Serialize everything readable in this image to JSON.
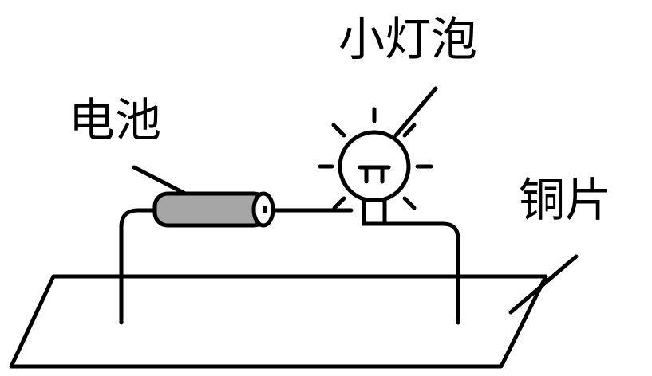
{
  "labels": {
    "battery": "电池",
    "bulb": "小灯泡",
    "copper": "铜片"
  },
  "colors": {
    "stroke": "#000000",
    "battery_fill": "#a6a6a6",
    "background": "#ffffff"
  }
}
